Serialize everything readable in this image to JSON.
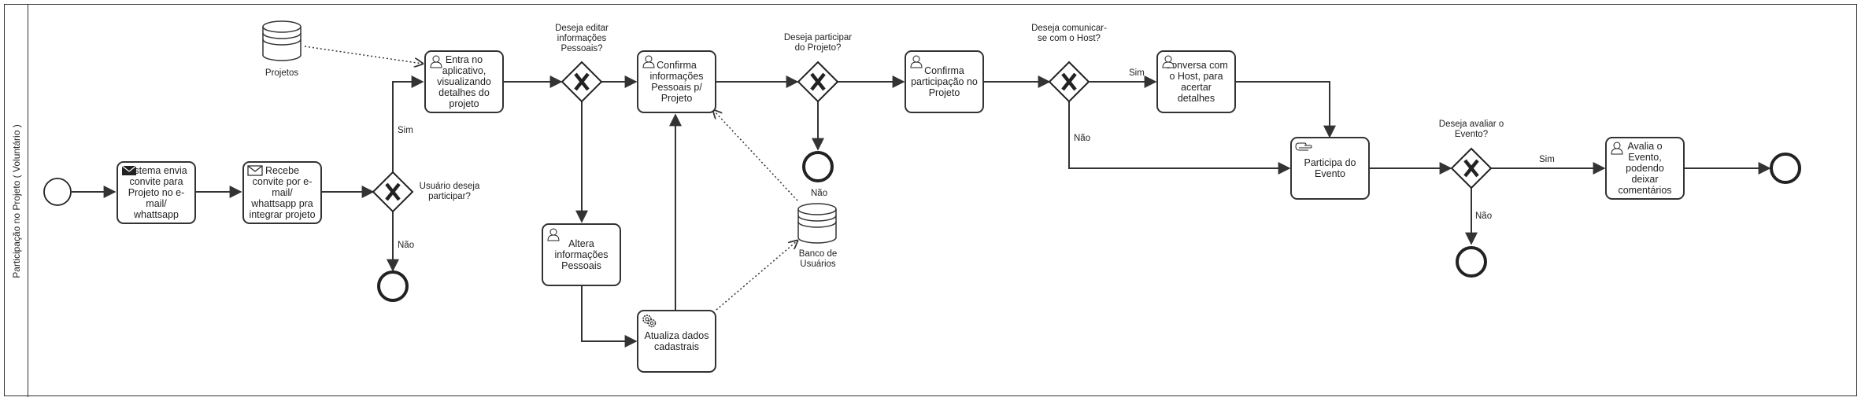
{
  "lane": {
    "label": "Participação no Projeto ( Voluntário )"
  },
  "tasks": {
    "t1": "Sistema envia convite para Projeto no e-mail/ whattsapp",
    "t2": "Recebe convite por e-mail/ whattsapp pra integrar projeto",
    "t3": "Entra no aplicativo, visualizando detalhes do projeto",
    "t4": "Altera informações Pessoais",
    "t5": "Atualiza dados cadastrais",
    "t6": "Confirma informações Pessoais p/ Projeto",
    "t7": "Confirma participação no Projeto",
    "t8": "Conversa com o Host, para acertar detalhes",
    "t9": "Participa do Evento",
    "t10": "Avalia o Evento, podendo deixar comentários"
  },
  "gateways": {
    "g1": "Usuário deseja participar?",
    "g2": "Deseja editar informações Pessoais?",
    "g3": "Deseja participar do Projeto?",
    "g4": "Deseja comunicar-se com o Host?",
    "g5": "Deseja avaliar o Evento?"
  },
  "data_stores": {
    "projetos": "Projetos",
    "usuarios": "Banco de Usuários"
  },
  "flow_labels": {
    "g1_yes": "Sim",
    "g1_no": "Não",
    "g3_no": "Não",
    "g4_yes": "Sim",
    "g4_no": "Não",
    "g5_yes": "Sim",
    "g5_no": "Não"
  }
}
